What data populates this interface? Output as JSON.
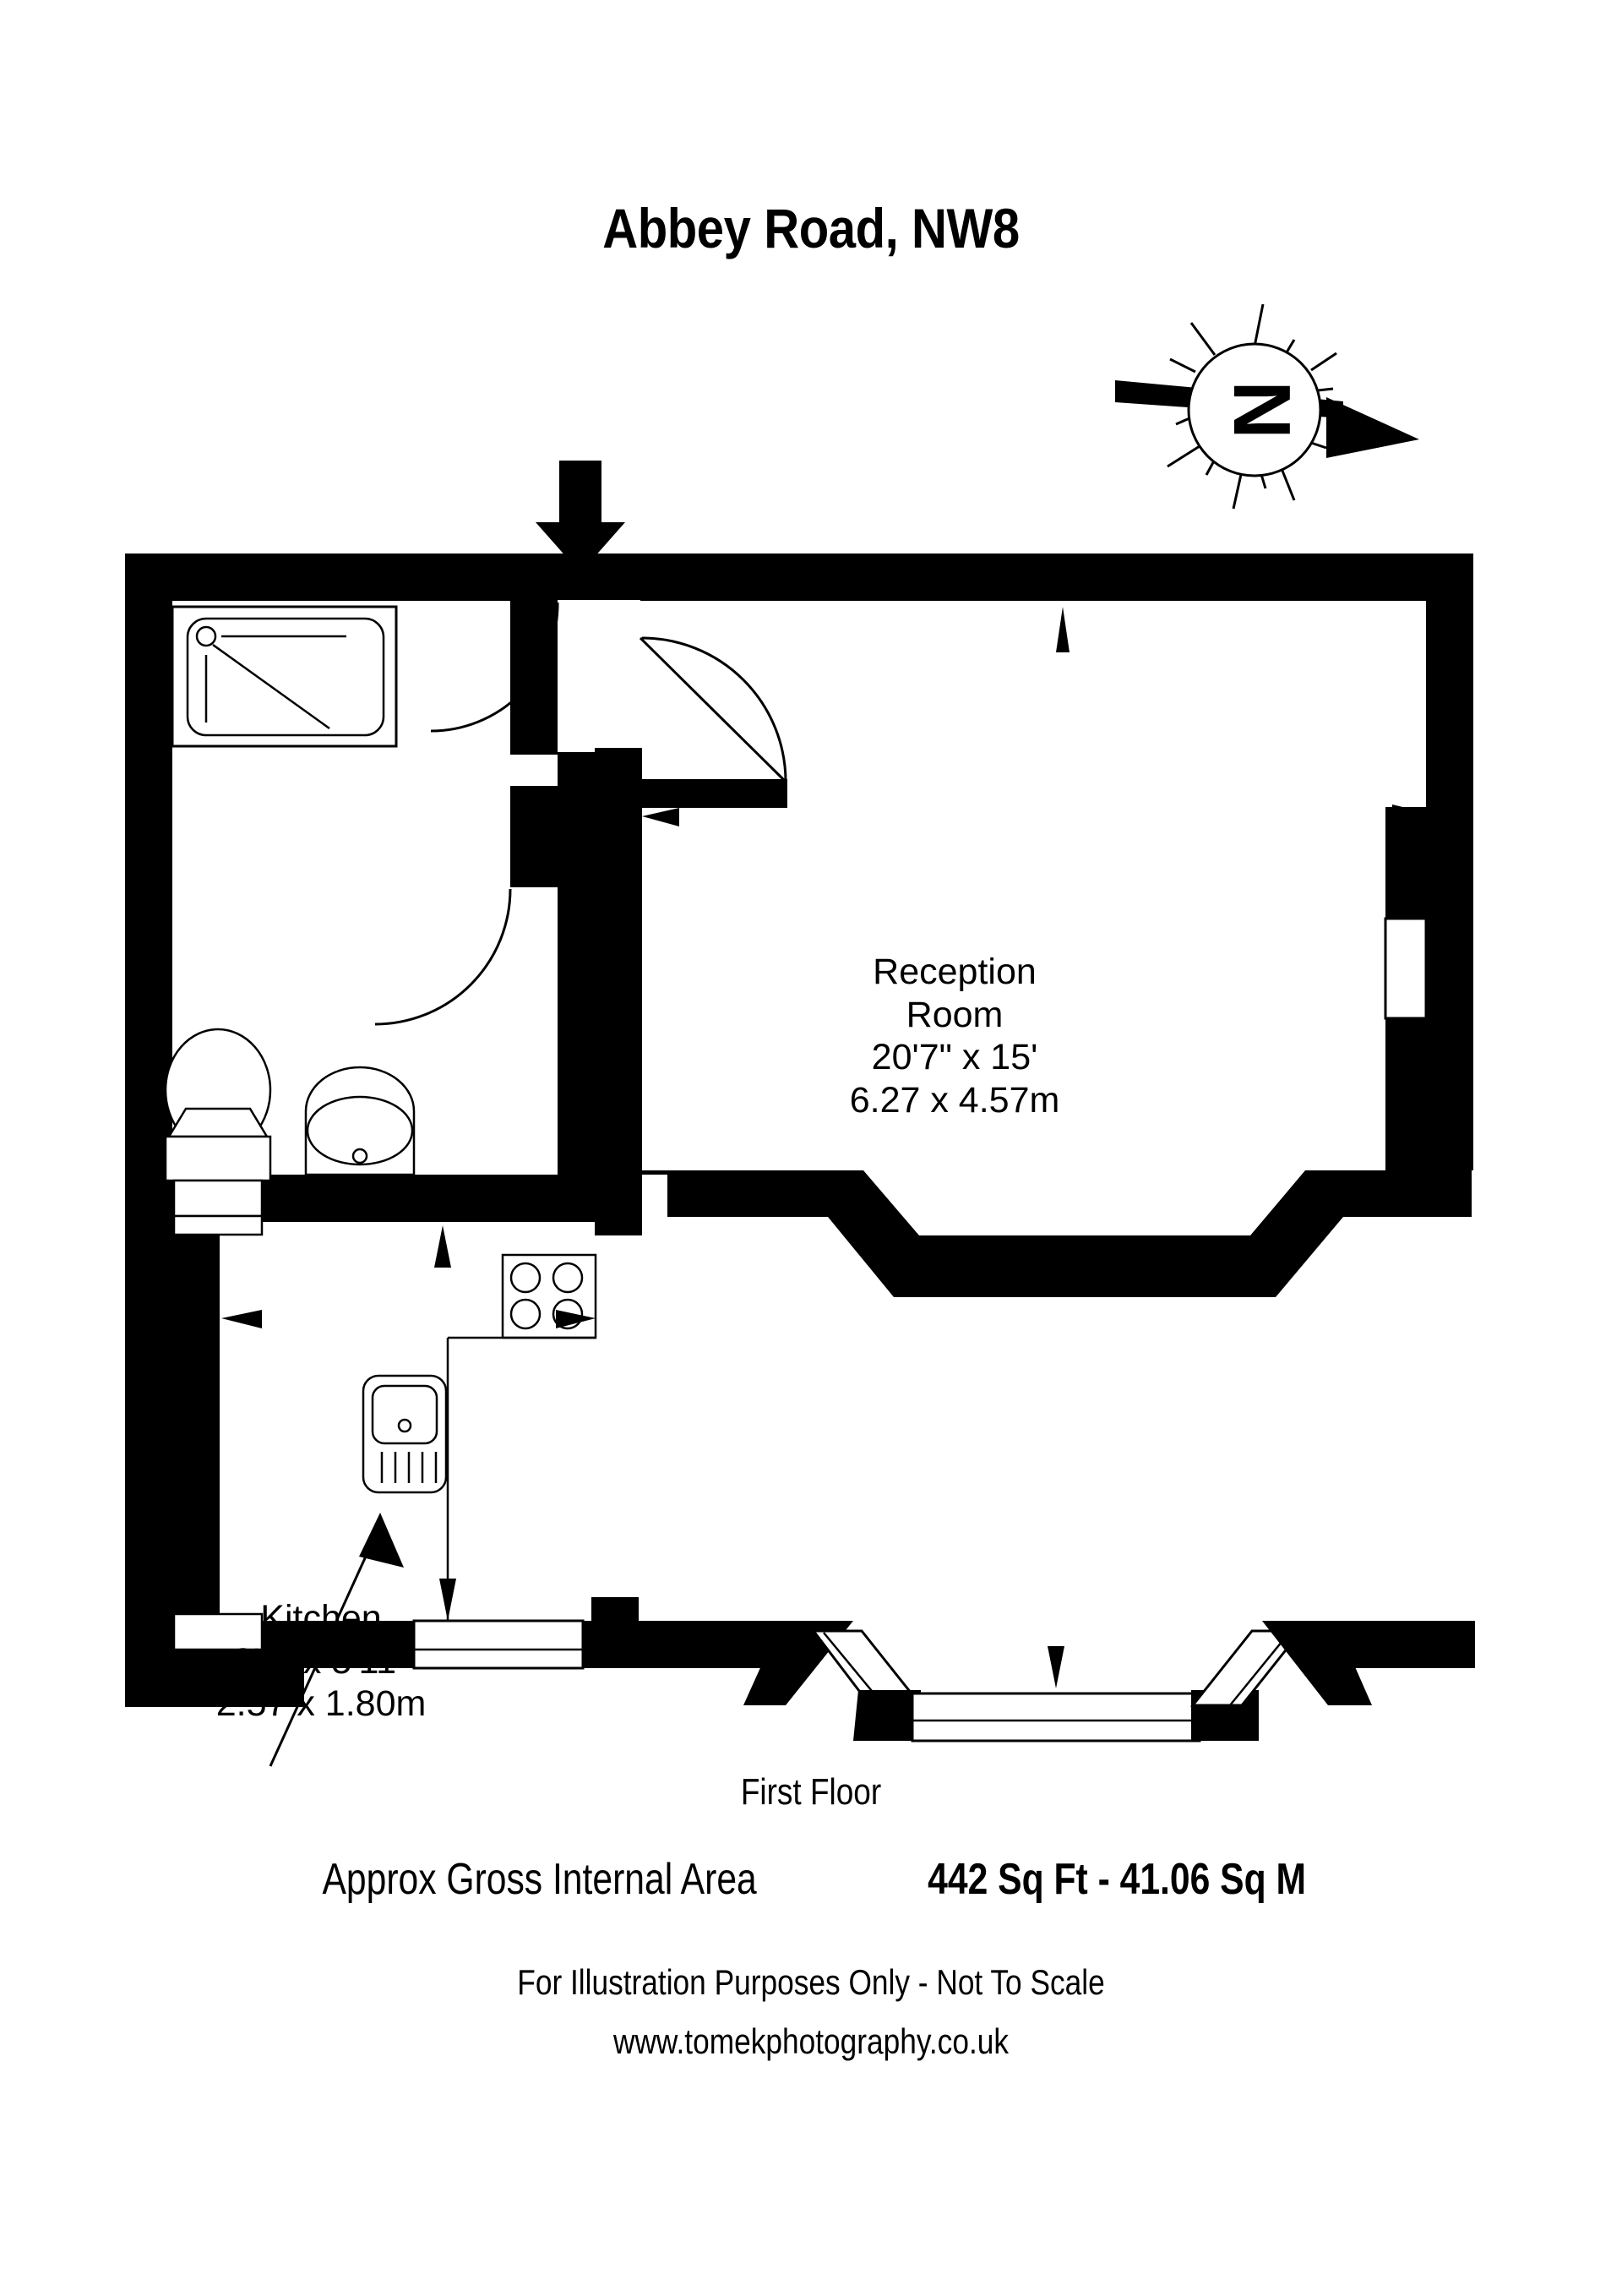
{
  "title": "Abbey Road, NW8",
  "compass": {
    "letter": "N",
    "name": "north-compass"
  },
  "rooms": [
    {
      "id": "reception",
      "name": "Reception Room",
      "name_line1": "Reception",
      "name_line2": "Room",
      "dim_imperial": "20'7\" x 15'",
      "dim_metric": "6.27 x 4.57m"
    },
    {
      "id": "kitchen",
      "name": "Kitchen",
      "name_line1": "Kitchen",
      "dim_imperial": "8'5\" x 5'11\"",
      "dim_metric": "2.57 x 1.80m"
    }
  ],
  "floor": {
    "label": "First Floor"
  },
  "area": {
    "label": "Approx Gross Internal Area",
    "value": "442 Sq Ft  -  41.06 Sq M",
    "sq_ft": "442",
    "sq_m": "41.06"
  },
  "notes": {
    "disclaimer": "For Illustration Purposes Only - Not To Scale",
    "website": "www.tomekphotography.co.uk"
  },
  "colors": {
    "wall": "#000000",
    "background": "#ffffff",
    "text": "#000000"
  },
  "fixtures": [
    {
      "name": "shower-tray",
      "room": "hallway"
    },
    {
      "name": "wc-toilet",
      "room": "wc"
    },
    {
      "name": "wash-basin",
      "room": "wc"
    },
    {
      "name": "hob-cooker",
      "room": "kitchen"
    },
    {
      "name": "kitchen-sink",
      "room": "kitchen"
    },
    {
      "name": "bay-window",
      "room": "reception"
    },
    {
      "name": "entrance-arrow",
      "room": "hallway"
    }
  ]
}
